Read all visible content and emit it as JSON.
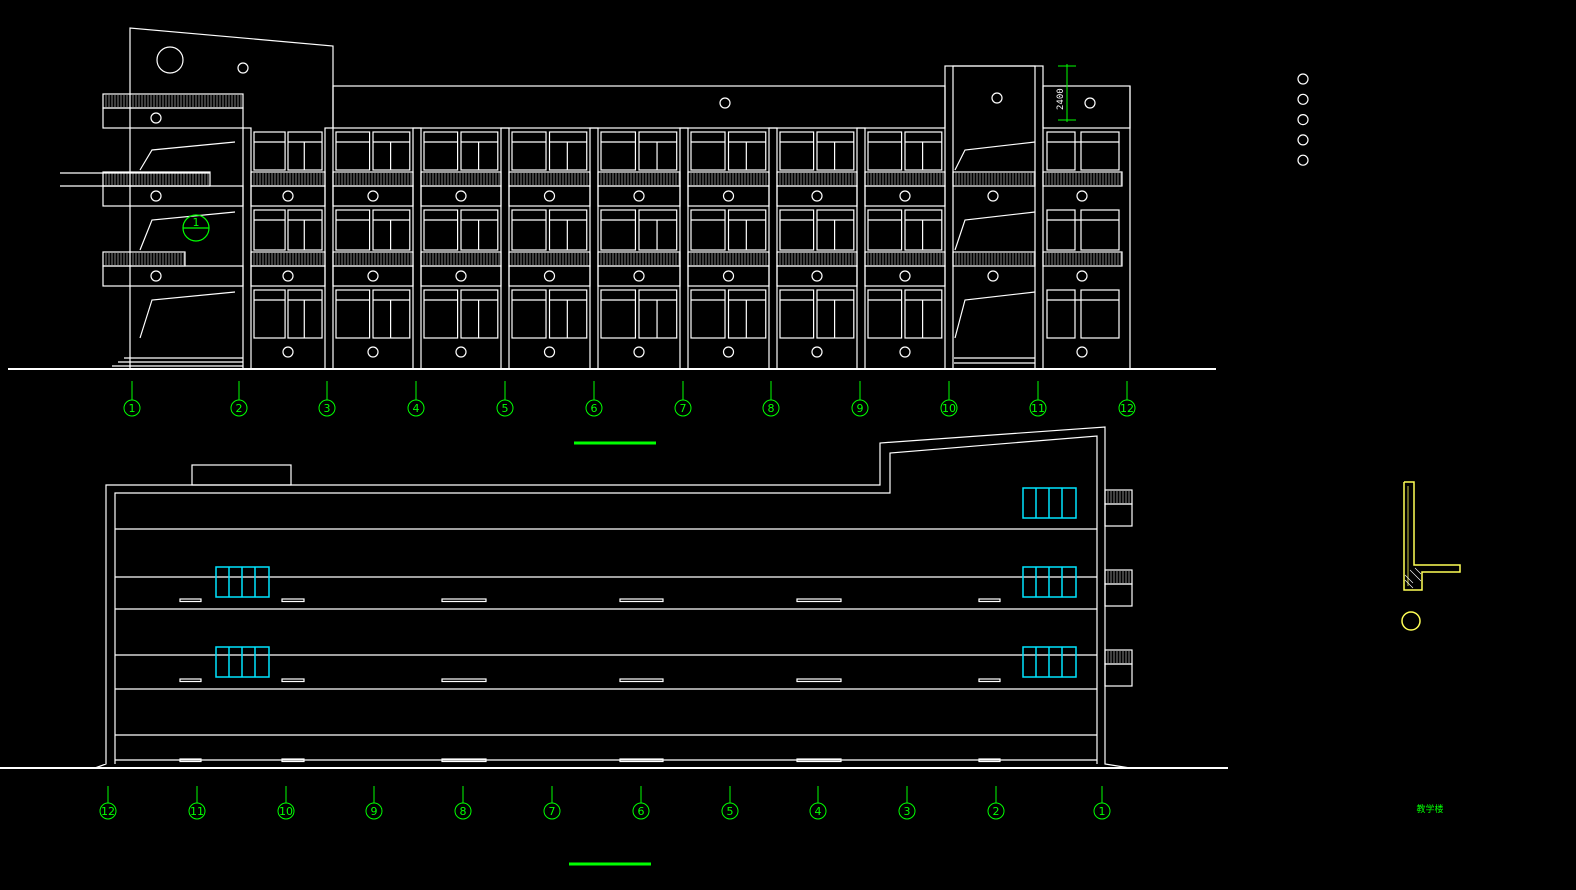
{
  "colors": {
    "background": "#000000",
    "linework": "#ffffff",
    "axis": "#00ff00",
    "glass": "#00e5ff",
    "detail": "#ffff55"
  },
  "front_elevation": {
    "dimension_label": "2400",
    "detail_marker": "1",
    "grid_axes": [
      "1",
      "2",
      "3",
      "4",
      "5",
      "6",
      "7",
      "8",
      "9",
      "10",
      "11",
      "12"
    ]
  },
  "rear_elevation": {
    "grid_axes": [
      "12",
      "11",
      "10",
      "9",
      "8",
      "7",
      "6",
      "5",
      "4",
      "3",
      "2",
      "1"
    ]
  },
  "detail_panel": {
    "legend_markers": 5,
    "caption": "教学楼"
  }
}
